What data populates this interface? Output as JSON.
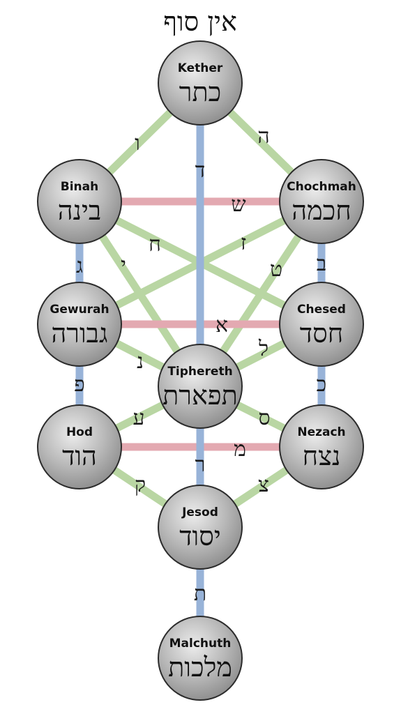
{
  "title": "אין סוף",
  "colors": {
    "vertical_path": "#98b3d8",
    "horizontal_path": "#e3a9b1",
    "diagonal_path": "#b9d6a3",
    "node_fill_light": "#ececec",
    "node_fill_dark": "#8a8a8a",
    "node_stroke": "#2b2b2b"
  },
  "sephirot": [
    {
      "id": "kether",
      "name": "Kether",
      "hebrew": "כתר"
    },
    {
      "id": "chochmah",
      "name": "Chochmah",
      "hebrew": "חכמה"
    },
    {
      "id": "binah",
      "name": "Binah",
      "hebrew": "בינה"
    },
    {
      "id": "chesed",
      "name": "Chesed",
      "hebrew": "חסד"
    },
    {
      "id": "gewurah",
      "name": "Gewurah",
      "hebrew": "גבורה"
    },
    {
      "id": "tiphereth",
      "name": "Tiphereth",
      "hebrew": "תפארת"
    },
    {
      "id": "nezach",
      "name": "Nezach",
      "hebrew": "נצח"
    },
    {
      "id": "hod",
      "name": "Hod",
      "hebrew": "הוד"
    },
    {
      "id": "jesod",
      "name": "Jesod",
      "hebrew": "יסוד"
    },
    {
      "id": "malchuth",
      "name": "Malchuth",
      "hebrew": "מלכות"
    }
  ],
  "paths": [
    {
      "from": "kether",
      "to": "binah",
      "kind": "diagonal",
      "letter": "ו"
    },
    {
      "from": "kether",
      "to": "chochmah",
      "kind": "diagonal",
      "letter": "ה"
    },
    {
      "from": "kether",
      "to": "tiphereth",
      "kind": "vertical",
      "letter": "ד"
    },
    {
      "from": "chochmah",
      "to": "binah",
      "kind": "horizontal",
      "letter": "ש"
    },
    {
      "from": "binah",
      "to": "gewurah",
      "kind": "vertical",
      "letter": "ג"
    },
    {
      "from": "chochmah",
      "to": "chesed",
      "kind": "vertical",
      "letter": "ב"
    },
    {
      "from": "binah",
      "to": "chesed",
      "kind": "diagonal",
      "letter": "ח"
    },
    {
      "from": "chochmah",
      "to": "gewurah",
      "kind": "diagonal",
      "letter": "ז"
    },
    {
      "from": "binah",
      "to": "tiphereth",
      "kind": "diagonal",
      "letter": "י"
    },
    {
      "from": "chochmah",
      "to": "tiphereth",
      "kind": "diagonal",
      "letter": "ט"
    },
    {
      "from": "chesed",
      "to": "gewurah",
      "kind": "horizontal",
      "letter": "א"
    },
    {
      "from": "gewurah",
      "to": "tiphereth",
      "kind": "diagonal",
      "letter": "נ"
    },
    {
      "from": "chesed",
      "to": "tiphereth",
      "kind": "diagonal",
      "letter": "ל"
    },
    {
      "from": "gewurah",
      "to": "hod",
      "kind": "vertical",
      "letter": "פ"
    },
    {
      "from": "chesed",
      "to": "nezach",
      "kind": "vertical",
      "letter": "כ"
    },
    {
      "from": "tiphereth",
      "to": "hod",
      "kind": "diagonal",
      "letter": "ע"
    },
    {
      "from": "tiphereth",
      "to": "nezach",
      "kind": "diagonal",
      "letter": "ס"
    },
    {
      "from": "tiphereth",
      "to": "jesod",
      "kind": "vertical",
      "letter": "ר"
    },
    {
      "from": "nezach",
      "to": "hod",
      "kind": "horizontal",
      "letter": "מ"
    },
    {
      "from": "hod",
      "to": "jesod",
      "kind": "diagonal",
      "letter": "ק"
    },
    {
      "from": "nezach",
      "to": "jesod",
      "kind": "diagonal",
      "letter": "צ"
    },
    {
      "from": "jesod",
      "to": "malchuth",
      "kind": "vertical",
      "letter": "ת"
    }
  ]
}
